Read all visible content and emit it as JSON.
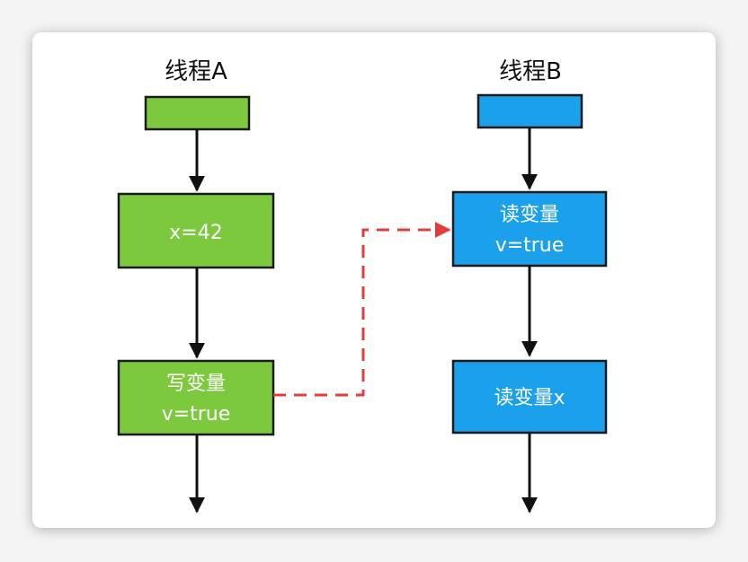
{
  "colors": {
    "thread_a": "#7dc93e",
    "thread_b": "#1ba0ec",
    "border": "#1a1a1a",
    "dashed_arrow": "#e23d3d",
    "arrow": "#111111"
  },
  "thread_a": {
    "title": "线程A",
    "box1": {
      "line1": "x=42"
    },
    "box2": {
      "line1": "写变量",
      "line2": "v=true"
    }
  },
  "thread_b": {
    "title": "线程B",
    "box1": {
      "line1": "读变量",
      "line2": "v=true"
    },
    "box2": {
      "line1": "读变量x"
    }
  }
}
